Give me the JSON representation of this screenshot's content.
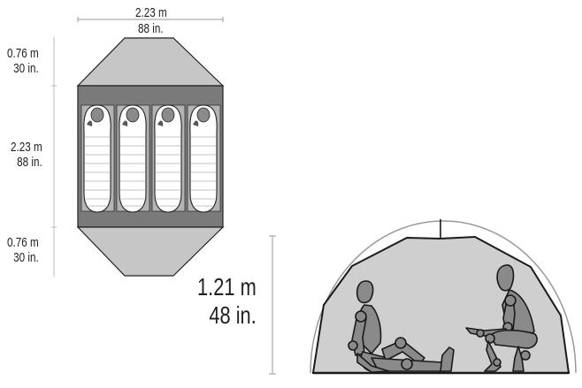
{
  "floor_plan": {
    "width_label": {
      "metric": "2.23 m",
      "imperial": "88 in."
    },
    "vestibule_top_label": {
      "metric": "0.76 m",
      "imperial": "30 in."
    },
    "interior_length_label": {
      "metric": "2.23 m",
      "imperial": "88 in."
    },
    "vestibule_bottom_label": {
      "metric": "0.76 m",
      "imperial": "30 in."
    },
    "sleeping_bag_count": 4
  },
  "side_profile": {
    "height_label": {
      "metric": "1.21 m",
      "imperial": "48 in."
    },
    "figures": [
      "seated-person",
      "crouching-person"
    ]
  },
  "colors": {
    "vestibule": "#c6c6c6",
    "floor": "#7a7a7a",
    "pad": "#b4b4b4",
    "bag": "#ffffff",
    "outline": "#222222",
    "tent_interior": "#cfcfcf",
    "figure": "#8a8a8a",
    "dimension_line": "#999999"
  }
}
